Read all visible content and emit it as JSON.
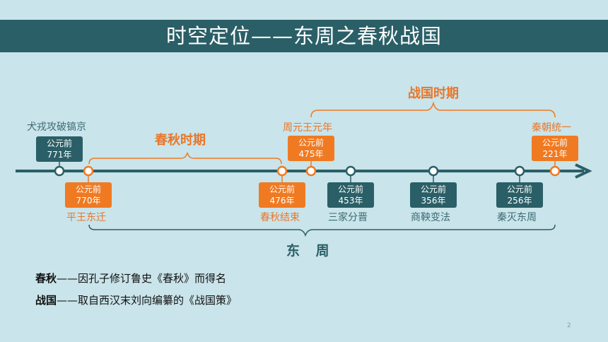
{
  "title": "时空定位——东周之春秋战国",
  "periods": {
    "spring_autumn": "春秋时期",
    "warring_states": "战国时期",
    "eastern_zhou": "东 周"
  },
  "events": [
    {
      "label": "犬戎攻破镐京",
      "year_l1": "公元前",
      "year_l2": "771年"
    },
    {
      "label": "平王东迁",
      "year_l1": "公元前",
      "year_l2": "770年"
    },
    {
      "label": "春秋结束",
      "year_l1": "公元前",
      "year_l2": "476年"
    },
    {
      "label": "周元王元年",
      "year_l1": "公元前",
      "year_l2": "475年"
    },
    {
      "label": "三家分晋",
      "year_l1": "公元前",
      "year_l2": "453年"
    },
    {
      "label": "商鞅变法",
      "year_l1": "公元前",
      "year_l2": "356年"
    },
    {
      "label": "秦灭东周",
      "year_l1": "公元前",
      "year_l2": "256年"
    },
    {
      "label": "秦朝统一",
      "year_l1": "公元前",
      "year_l2": "221年"
    }
  ],
  "notes": [
    {
      "term": "春秋",
      "text": "——因孔子修订鲁史《春秋》而得名"
    },
    {
      "term": "战国",
      "text": "——取自西汉末刘向编纂的《战国策》"
    }
  ],
  "page_number": "2",
  "colors": {
    "teal": "#2b5f67",
    "orange": "#f07a22",
    "background": "#c9e4ea"
  }
}
